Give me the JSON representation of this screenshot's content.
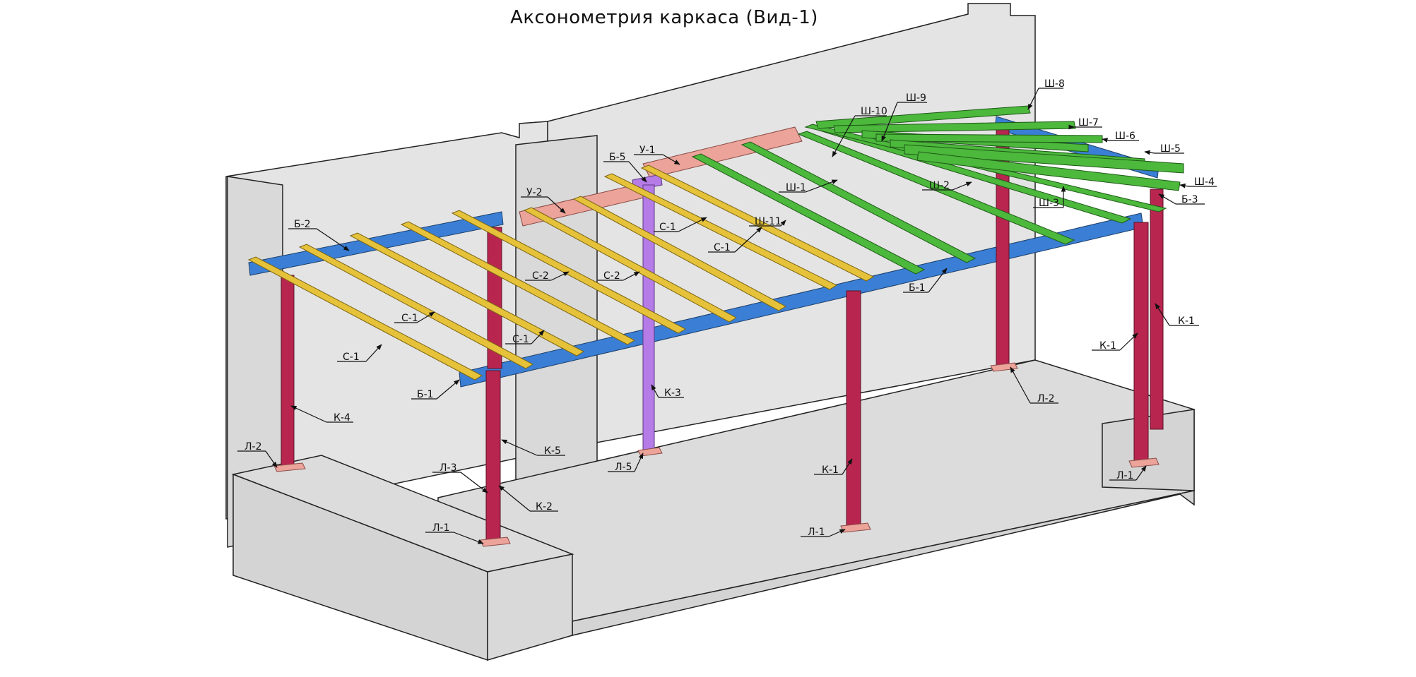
{
  "title": "Аксонометрия каркаса (Вид-1)",
  "colors": {
    "column_red": "#b8264f",
    "column_violet": "#b57be6",
    "beam_blue": "#3a7fd5",
    "purlin_yellow": "#e5c23a",
    "rafter_green": "#4cb83c",
    "pad_salmon": "#eba39a",
    "concrete": "#e2e2e2"
  },
  "labels": [
    {
      "id": "sh8",
      "text": "Ш-8"
    },
    {
      "id": "sh9",
      "text": "Ш-9"
    },
    {
      "id": "sh10",
      "text": "Ш-10"
    },
    {
      "id": "sh7",
      "text": "Ш-7"
    },
    {
      "id": "sh6",
      "text": "Ш-6"
    },
    {
      "id": "sh5",
      "text": "Ш-5"
    },
    {
      "id": "sh4",
      "text": "Ш-4"
    },
    {
      "id": "b3",
      "text": "Б-3"
    },
    {
      "id": "sh3",
      "text": "Ш-3"
    },
    {
      "id": "sh2",
      "text": "Ш-2"
    },
    {
      "id": "sh1",
      "text": "Ш-1"
    },
    {
      "id": "sh11",
      "text": "Ш-11"
    },
    {
      "id": "u1",
      "text": "У-1"
    },
    {
      "id": "b5",
      "text": "Б-5"
    },
    {
      "id": "u2",
      "text": "У-2"
    },
    {
      "id": "b2",
      "text": "Б-2"
    },
    {
      "id": "c1a",
      "text": "С-1"
    },
    {
      "id": "c1b",
      "text": "С-1"
    },
    {
      "id": "c2a",
      "text": "С-2"
    },
    {
      "id": "c2b",
      "text": "С-2"
    },
    {
      "id": "c1c",
      "text": "С-1"
    },
    {
      "id": "c1d",
      "text": "С-1"
    },
    {
      "id": "c1e",
      "text": "С-1"
    },
    {
      "id": "b1a",
      "text": "Б-1"
    },
    {
      "id": "b1b",
      "text": "Б-1"
    },
    {
      "id": "k4",
      "text": "К-4"
    },
    {
      "id": "k5",
      "text": "К-5"
    },
    {
      "id": "k3",
      "text": "К-3"
    },
    {
      "id": "k2",
      "text": "К-2"
    },
    {
      "id": "k1a",
      "text": "К-1"
    },
    {
      "id": "k1b",
      "text": "К-1"
    },
    {
      "id": "k1c",
      "text": "К-1"
    },
    {
      "id": "l2a",
      "text": "Л-2"
    },
    {
      "id": "l2b",
      "text": "Л-2"
    },
    {
      "id": "l3",
      "text": "Л-3"
    },
    {
      "id": "l1a",
      "text": "Л-1"
    },
    {
      "id": "l5",
      "text": "Л-5"
    },
    {
      "id": "l1b",
      "text": "Л-1"
    },
    {
      "id": "l1c",
      "text": "Л-1"
    }
  ]
}
